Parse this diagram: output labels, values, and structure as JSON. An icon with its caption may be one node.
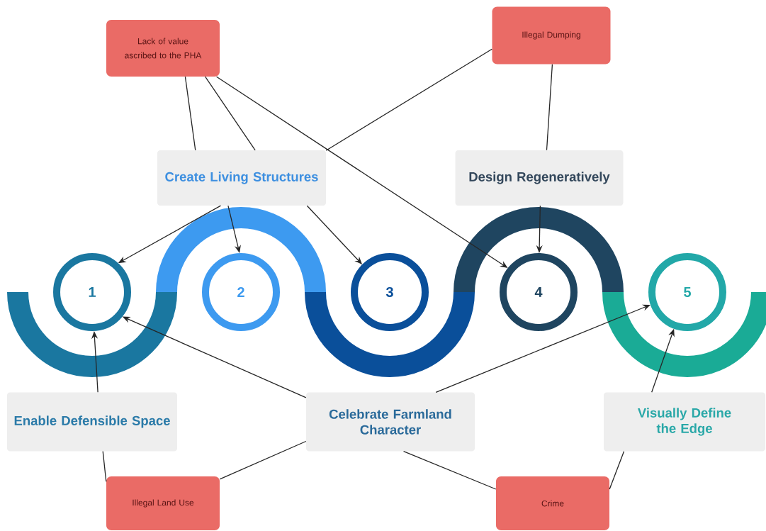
{
  "diagram": {
    "nodes": [
      {
        "text": [
          "Lack of value ascribed to the PHA"
        ]
      },
      {
        "text": [
          "Illegal Dumping"
        ]
      },
      {
        "text": [
          "Create Living Structures"
        ]
      },
      {
        "text": [
          "Design Regeneratively"
        ]
      },
      {
        "text": [
          "1"
        ]
      },
      {
        "text": [
          "2"
        ]
      },
      {
        "text": [
          "3"
        ]
      },
      {
        "text": [
          "4"
        ]
      },
      {
        "text": [
          "5"
        ]
      },
      {
        "text": [
          "Enable Defensible Space"
        ]
      },
      {
        "text": [
          "Celebrate Farmland Character"
        ]
      },
      {
        "text": [
          "Visually Define the Edge"
        ]
      },
      {
        "text": [
          "Illegal Land Use"
        ]
      },
      {
        "text": [
          "Crime"
        ]
      }
    ],
    "edges": [
      {
        "from": 0,
        "to": 2,
        "arrow": "none"
      },
      {
        "from": 0,
        "to": 2,
        "arrow": "none"
      },
      {
        "from": 0,
        "to": 7,
        "arrow": "to"
      },
      {
        "from": 1,
        "to": 2,
        "arrow": "none"
      },
      {
        "from": 1,
        "to": 3,
        "arrow": "none"
      },
      {
        "from": 2,
        "to": 4,
        "arrow": "to"
      },
      {
        "from": 2,
        "to": 5,
        "arrow": "to"
      },
      {
        "from": 2,
        "to": 6,
        "arrow": "to"
      },
      {
        "from": 3,
        "to": 7,
        "arrow": "to"
      },
      {
        "from": 9,
        "to": 4,
        "arrow": "to"
      },
      {
        "from": 10,
        "to": 4,
        "arrow": "to"
      },
      {
        "from": 10,
        "to": 8,
        "arrow": "to"
      },
      {
        "from": 11,
        "to": 8,
        "arrow": "to"
      },
      {
        "from": 12,
        "to": 9,
        "arrow": "none"
      },
      {
        "from": 12,
        "to": 10,
        "arrow": "none"
      },
      {
        "from": 13,
        "to": 10,
        "arrow": "none"
      },
      {
        "from": 13,
        "to": 11,
        "arrow": "none"
      }
    ]
  }
}
